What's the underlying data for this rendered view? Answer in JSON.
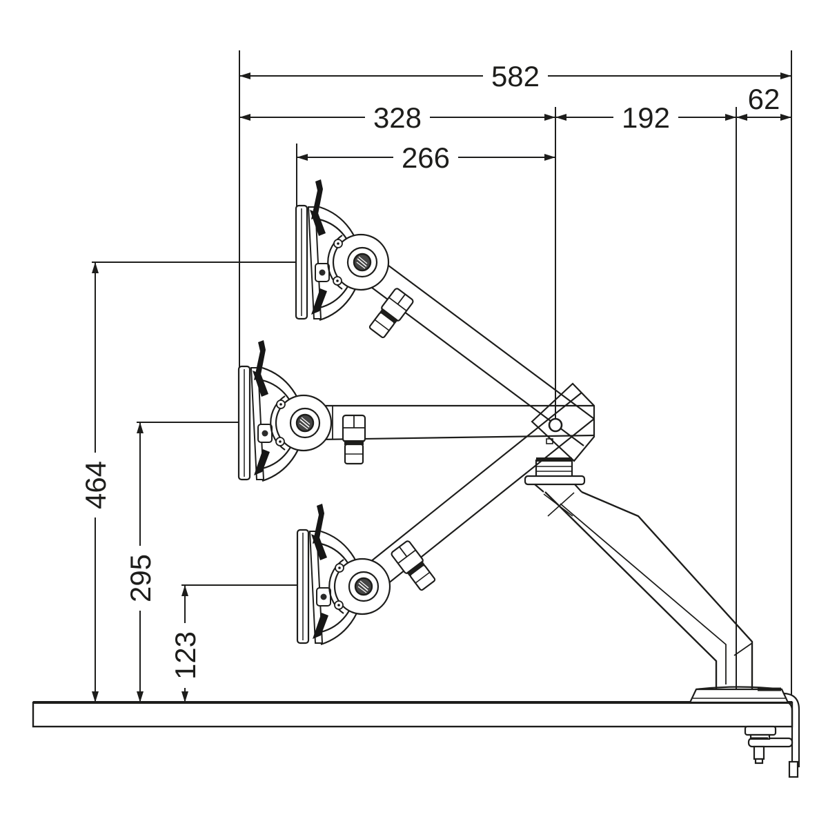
{
  "page": {
    "background": "#ffffff",
    "line_color": "#1d1d1b"
  },
  "dimensions": {
    "horizontal": [
      {
        "id": "dim-582",
        "value": "582"
      },
      {
        "id": "dim-328",
        "value": "328"
      },
      {
        "id": "dim-192",
        "value": "192"
      },
      {
        "id": "dim-62",
        "value": "62"
      },
      {
        "id": "dim-266",
        "value": "266"
      }
    ],
    "vertical": [
      {
        "id": "dim-464",
        "value": "464"
      },
      {
        "id": "dim-295",
        "value": "295"
      },
      {
        "id": "dim-123",
        "value": "123"
      }
    ]
  }
}
